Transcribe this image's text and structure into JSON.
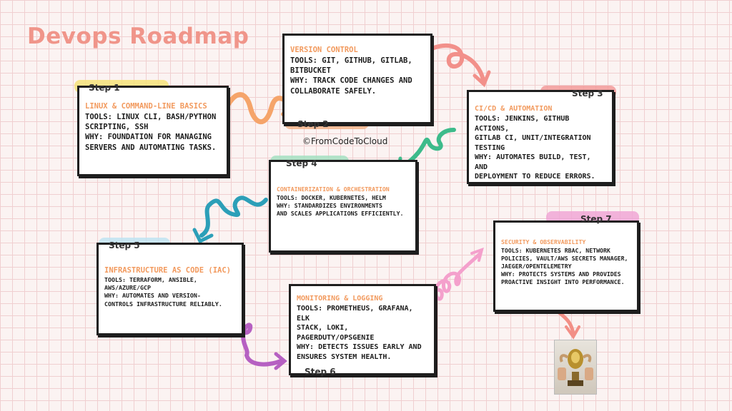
{
  "title": "Devops Roadmap",
  "copyright": "©FromCodeToCloud",
  "colors": {
    "heading": "#f29a5e",
    "title": "#f0958a",
    "step1": "#f6e27a",
    "step2": "#f5b38a",
    "step3": "#f29a9a",
    "step4": "#a5e0c2",
    "step5": "#bfe3f2",
    "step6": "#e4b9e6",
    "step7": "#f0a6d6"
  },
  "steps": [
    {
      "label": "Step 1",
      "heading": "LINUX & COMMAND-LINE BASICS",
      "lines": [
        "TOOLS: LINUX CLI, BASH/PYTHON",
        "SCRIPTING, SSH",
        "WHY: FOUNDATION FOR MANAGING",
        "SERVERS AND AUTOMATING TASKS."
      ]
    },
    {
      "label": "Step 2",
      "heading": "VERSION CONTROL",
      "lines": [
        "TOOLS: GIT, GITHUB, GITLAB,",
        "BITBUCKET",
        "WHY: TRACK CODE CHANGES AND",
        "COLLABORATE SAFELY."
      ]
    },
    {
      "label": "Step 3",
      "heading": "CI/CD & AUTOMATION",
      "lines": [
        "TOOLS: JENKINS, GITHUB ACTIONS,",
        "GITLAB CI, UNIT/INTEGRATION",
        "TESTING",
        "WHY: AUTOMATES BUILD, TEST, AND",
        "DEPLOYMENT TO REDUCE ERRORS."
      ]
    },
    {
      "label": "Step 4",
      "heading": "CONTAINERIZATION & ORCHESTRATION",
      "lines": [
        "TOOLS: DOCKER, KUBERNETES, HELM",
        "WHY: STANDARDIZES ENVIRONMENTS",
        "AND SCALES APPLICATIONS EFFICIENTLY."
      ]
    },
    {
      "label": "Step 5",
      "heading": "INFRASTRUCTURE AS CODE (IAC)",
      "lines": [
        "TOOLS: TERRAFORM, ANSIBLE,",
        "AWS/AZURE/GCP",
        "WHY: AUTOMATES AND VERSION-",
        "CONTROLS INFRASTRUCTURE RELIABLY."
      ]
    },
    {
      "label": "Step 6",
      "heading": "MONITORING & LOGGING",
      "lines": [
        "TOOLS: PROMETHEUS, GRAFANA, ELK",
        "STACK, LOKI, PAGERDUTY/OPSGENIE",
        "WHY: DETECTS ISSUES EARLY AND",
        "ENSURES SYSTEM HEALTH."
      ]
    },
    {
      "label": "Step 7",
      "heading": "SECURITY & OBSERVABILITY",
      "lines": [
        "TOOLS: KUBERNETES RBAC, NETWORK",
        "POLICIES, VAULT/AWS SECRETS MANAGER,",
        "JAEGER/OPENTELEMETRY",
        "WHY: PROTECTS SYSTEMS AND PROVIDES",
        "PROACTIVE INSIGHT INTO PERFORMANCE."
      ]
    }
  ]
}
